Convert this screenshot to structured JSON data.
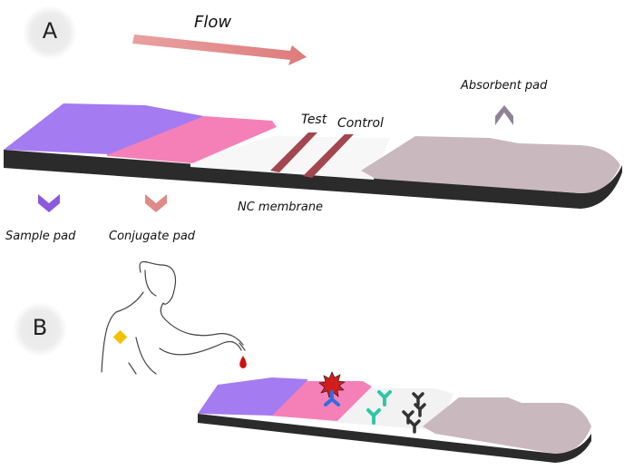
{
  "panel_a": {
    "letter": "A",
    "flow_label": "Flow",
    "test_label": "Test",
    "control_label": "Control",
    "absorbent_pad_label": "Absorbent pad",
    "sample_pad_label": "Sample pad",
    "conjugate_pad_label": "Conjugate pad",
    "nc_membrane_label": "NC membrane"
  },
  "panel_b": {
    "letter": "B"
  },
  "colors": {
    "sample_pad": "#a47bf0",
    "conjugate_pad": "#f580b8",
    "absorbent_pad": "#c9b9be",
    "backing": "#2b2b2b",
    "test_line": "#a3464f",
    "flow_arrow": "#e08a8a",
    "analyte": "#d11d1d",
    "capture_antibody": "#2e6fe0",
    "test_antibody": "#2fc7a6",
    "control_antibody": "#333333",
    "blood_drop": "#d01010",
    "marker": "#f2c200"
  }
}
